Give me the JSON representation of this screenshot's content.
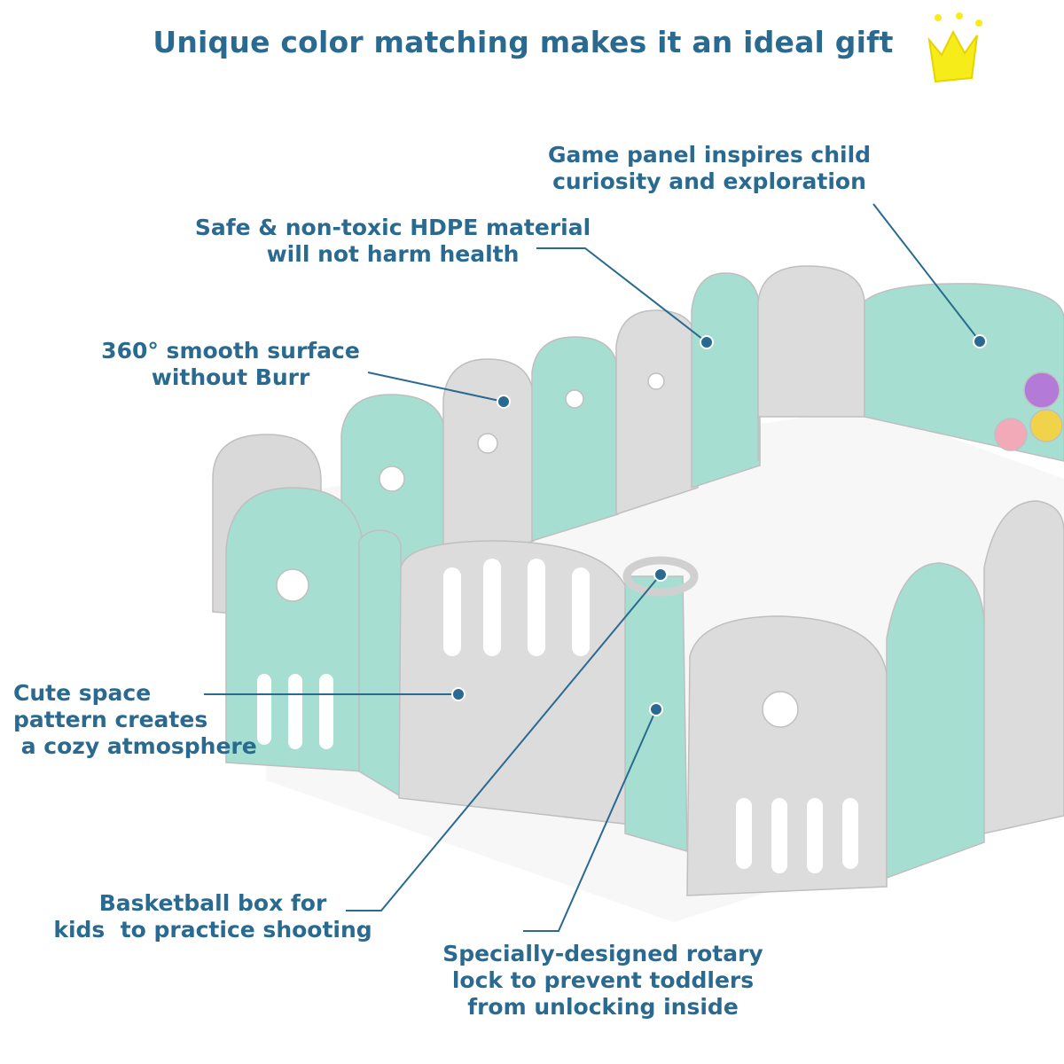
{
  "title": "Unique color matching makes it an ideal gift",
  "colors": {
    "text": "#2a6a90",
    "mint": "#a6ded1",
    "gray": "#dcdcdc",
    "crown": "#f5ec1a"
  },
  "callouts": {
    "game_panel": [
      "Game panel inspires child",
      "curiosity and exploration"
    ],
    "material": [
      "Safe & non-toxic HDPE material",
      "will not harm health"
    ],
    "surface": [
      "360° smooth surface",
      "without Burr"
    ],
    "pattern": [
      "Cute space",
      "pattern creates",
      " a cozy atmosphere"
    ],
    "basketball": [
      "Basketball box for",
      "kids  to practice shooting"
    ],
    "lock": [
      "Specially-designed rotary",
      "lock to prevent toddlers",
      "from unlocking inside"
    ]
  },
  "icons": [
    "crown-icon"
  ]
}
